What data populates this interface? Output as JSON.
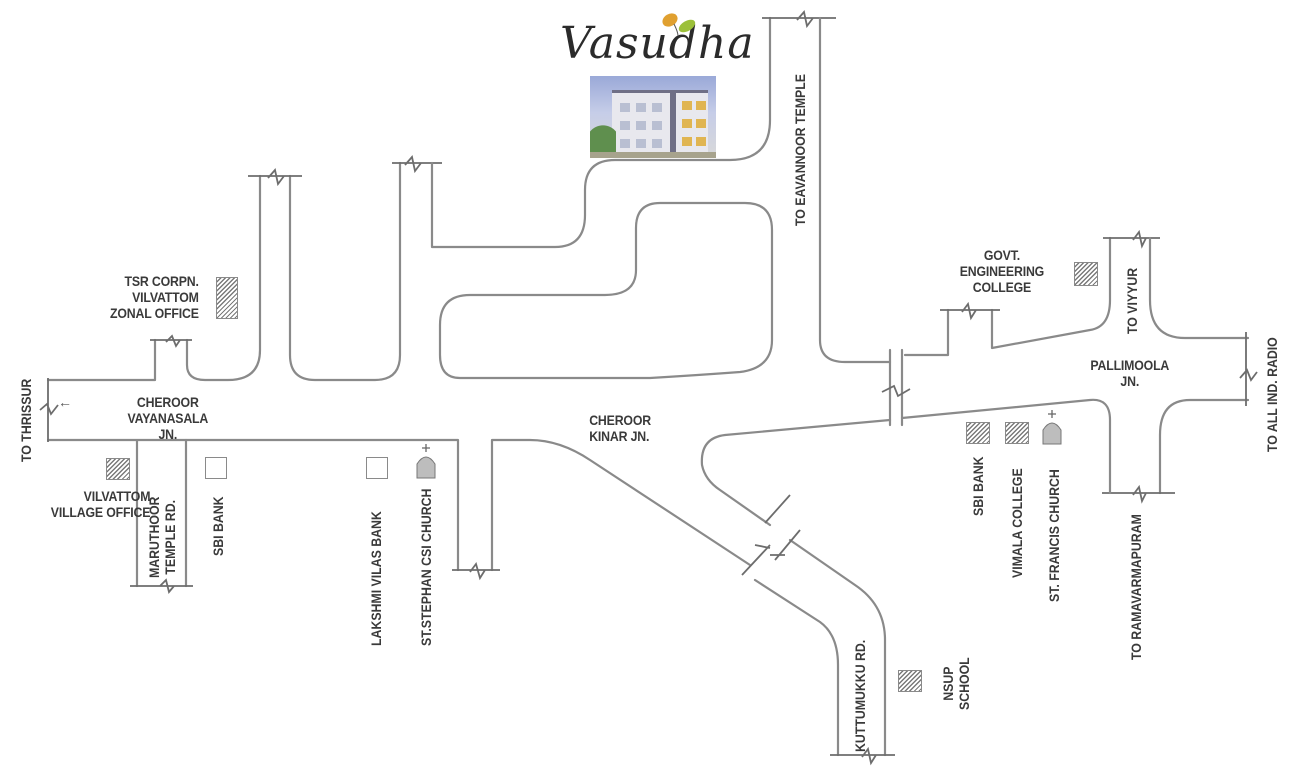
{
  "map": {
    "title": "Vasudha",
    "type": "location-map",
    "colors": {
      "road": "#8a8a8a",
      "text": "#3a3a3a",
      "background": "#ffffff",
      "logo_leaf_orange": "#e0a030",
      "logo_leaf_green": "#9cc03a"
    }
  },
  "logo": {
    "text": "Vasudha",
    "image_alt": "Vasudha apartment building"
  },
  "directions": {
    "to_thrissur": "TO THRISSUR",
    "to_eavannoor_temple": "TO EAVANNOOR TEMPLE",
    "to_viyyur": "TO VIYYUR",
    "to_all_ind_radio": "TO ALL IND. RADIO",
    "to_ramavarmapuram": "TO RAMAVARMAPURAM"
  },
  "junctions": {
    "cheroor_vayanasala": [
      "CHEROOR",
      "VAYANASALA",
      "JN."
    ],
    "cheroor_kinar": [
      "CHEROOR",
      "KINAR JN."
    ],
    "pallimoola": [
      "PALLIMOOLA",
      "JN."
    ]
  },
  "roads": {
    "maruthoor_temple_rd": [
      "MARUTHOOR",
      "TEMPLE RD."
    ],
    "kuttumukku_rd": "KUTTUMUKKU RD."
  },
  "landmarks": [
    {
      "id": "tsr-corpn",
      "lines": [
        "TSR CORPN.",
        "VILVATTOM",
        "ZONAL OFFICE"
      ],
      "symbol": "hatched"
    },
    {
      "id": "vilvattom-village-office",
      "lines": [
        "VILVATTOM",
        "VILLAGE OFFICE"
      ],
      "symbol": "hatched"
    },
    {
      "id": "sbi-bank-west",
      "lines": [
        "SBI BANK"
      ],
      "symbol": "box"
    },
    {
      "id": "lakshmi-vilas-bank",
      "lines": [
        "LAKSHMI VILAS BANK"
      ],
      "symbol": "box"
    },
    {
      "id": "st-stephan-csi-church",
      "lines": [
        "ST.STEPHAN CSI CHURCH"
      ],
      "symbol": "church"
    },
    {
      "id": "govt-engineering-college",
      "lines": [
        "GOVT.",
        "ENGINEERING",
        "COLLEGE"
      ],
      "symbol": "hatched"
    },
    {
      "id": "sbi-bank-east",
      "lines": [
        "SBI BANK"
      ],
      "symbol": "hatched"
    },
    {
      "id": "vimala-college",
      "lines": [
        "VIMALA COLLEGE"
      ],
      "symbol": "hatched"
    },
    {
      "id": "st-francis-church",
      "lines": [
        "ST. FRANCIS CHURCH"
      ],
      "symbol": "church"
    },
    {
      "id": "nsup-school",
      "lines": [
        "NSUP",
        "SCHOOL"
      ],
      "symbol": "hatched"
    }
  ]
}
